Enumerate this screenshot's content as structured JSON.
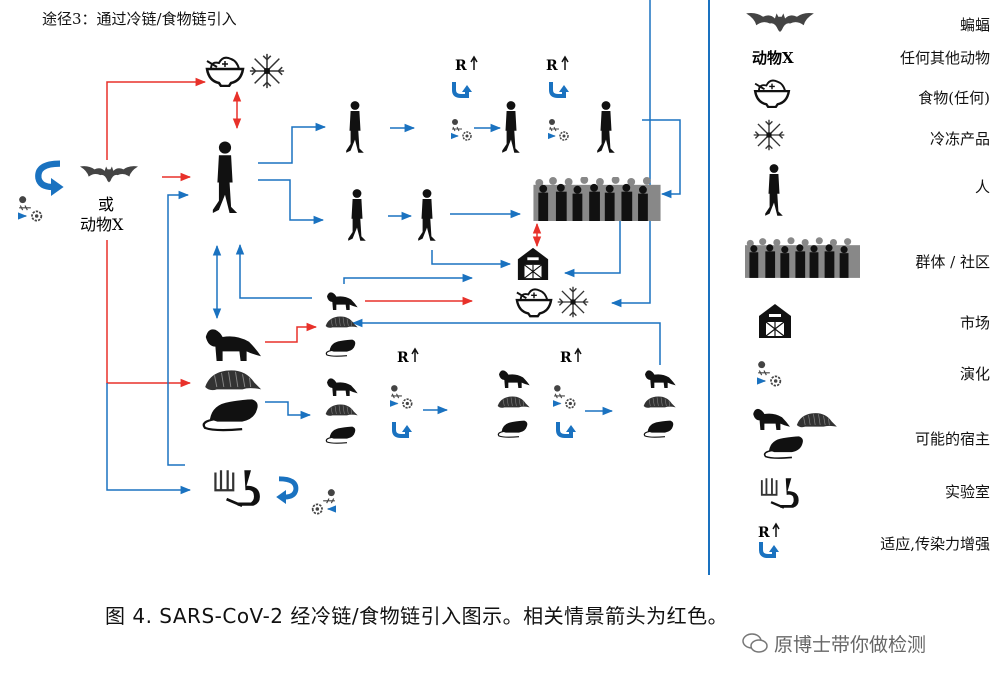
{
  "title": "途径3：通过冷链/食物链引入",
  "diagram": {
    "or_label": "或",
    "animal_x_label": "动物X",
    "adapt_symbol": "R",
    "arrow_colors": {
      "red": "#e8312a",
      "blue": "#1a72c0"
    }
  },
  "legend": {
    "items": [
      {
        "icon": "bat-icon",
        "label": "蝙蝠"
      },
      {
        "icon_text": "动物X",
        "label": "任何其他动物"
      },
      {
        "icon": "food-bowl-icon",
        "label": "食物(任何)"
      },
      {
        "icon": "snowflake-icon",
        "label": "冷冻产品"
      },
      {
        "icon": "person-icon",
        "label": "人"
      },
      {
        "icon": "crowd-icon",
        "label": "群体 / 社区"
      },
      {
        "icon": "barn-market-icon",
        "label": "市场"
      },
      {
        "icon": "virus-evolution-icon",
        "label": "演化"
      },
      {
        "icon": "animal-hosts-icon",
        "label": "可能的宿主"
      },
      {
        "icon": "lab-microscope-icon",
        "label": "实验室"
      },
      {
        "icon": "adaptation-icon",
        "label": "适应,传染力增强"
      }
    ]
  },
  "caption": "图 4.  SARS-CoV-2 经冷链/食物链引入图示。相关情景箭头为红色。",
  "watermark": "原博士带你做检测"
}
